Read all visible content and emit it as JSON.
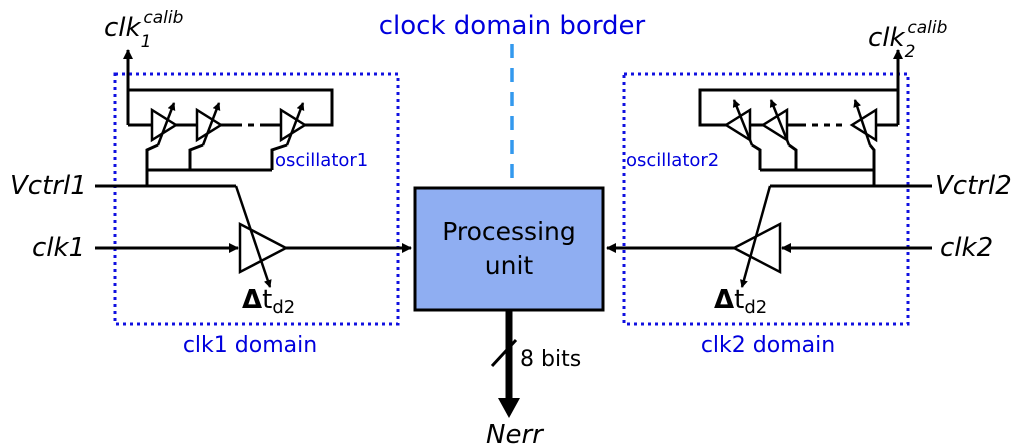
{
  "border_label": "clock domain border",
  "processing_unit": {
    "line1": "Processing",
    "line2": "unit"
  },
  "left": {
    "clk_out": {
      "base": "clk",
      "sub": "1",
      "sup": "calib"
    },
    "vctrl": "Vctrl1",
    "clk_in": "clk1",
    "oscillator": "oscillator1",
    "delay_symbol": "Δ",
    "delay_t": "t",
    "delay_sub": "d2",
    "domain": "clk1 domain"
  },
  "right": {
    "clk_out": {
      "base": "clk",
      "sub": "2",
      "sup": "calib"
    },
    "vctrl": "Vctrl2",
    "clk_in": "clk2",
    "oscillator": "oscillator2",
    "delay_symbol": "Δ",
    "delay_t": "t",
    "delay_sub": "d2",
    "domain": "clk2 domain"
  },
  "output": {
    "bits": "8 bits",
    "name": "Nerr"
  },
  "colors": {
    "domain_text": "#0000dd",
    "border_line": "#3399ee",
    "processing_fill": "#8faef2"
  }
}
